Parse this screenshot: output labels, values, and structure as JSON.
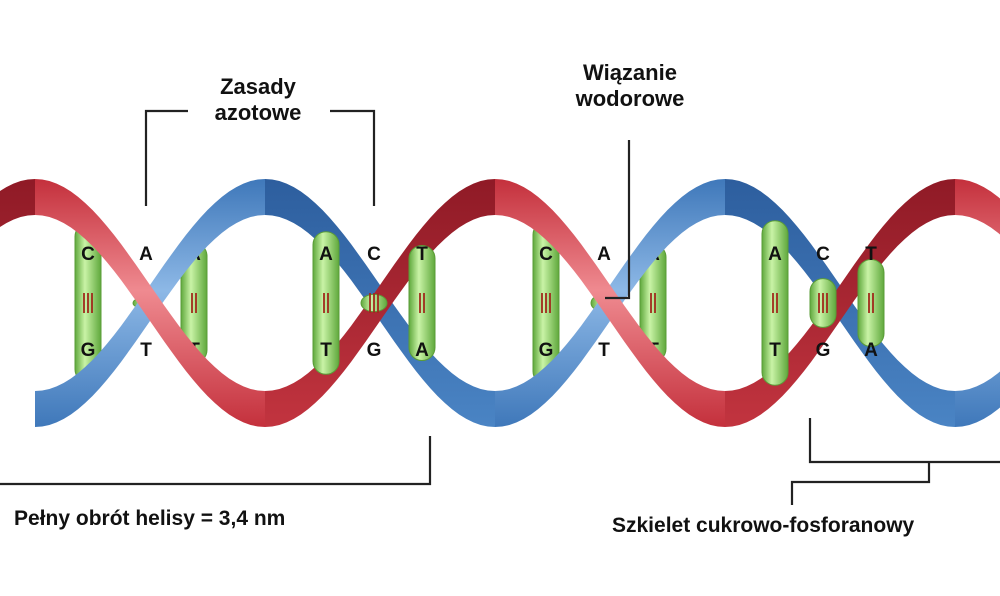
{
  "labels": {
    "nitrogenous_bases": {
      "line1": "Zasady",
      "line2": "azotowe"
    },
    "hydrogen_bond": {
      "line1": "Wiązanie",
      "line2": "wodorowe"
    },
    "full_turn": "Pełny obrót helisy = 3,4 nm",
    "backbone": "Szkielet cukrowo-fosforanowy"
  },
  "base_pairs": [
    {
      "top": "C",
      "bottom": "G",
      "bonds": 3
    },
    {
      "top": "A",
      "bottom": "T",
      "bonds": 2
    },
    {
      "top": "A",
      "bottom": "T",
      "bonds": 2
    },
    {
      "top": "A",
      "bottom": "T",
      "bonds": 2
    },
    {
      "top": "C",
      "bottom": "G",
      "bonds": 3
    },
    {
      "top": "T",
      "bottom": "A",
      "bonds": 2
    },
    {
      "top": "C",
      "bottom": "G",
      "bonds": 3
    },
    {
      "top": "A",
      "bottom": "T",
      "bonds": 2
    },
    {
      "top": "A",
      "bottom": "T",
      "bonds": 2
    },
    {
      "top": "A",
      "bottom": "T",
      "bonds": 2
    },
    {
      "top": "C",
      "bottom": "G",
      "bonds": 3
    },
    {
      "top": "T",
      "bottom": "A",
      "bonds": 2
    }
  ],
  "colors": {
    "strand_red": "#e06a72",
    "strand_red_dark": "#a32330",
    "strand_blue": "#6a9fd6",
    "strand_blue_dark": "#3a6fae",
    "base_green": "#a9e47f",
    "base_green_dark": "#5fa83c",
    "bond": "#a02a1c"
  }
}
